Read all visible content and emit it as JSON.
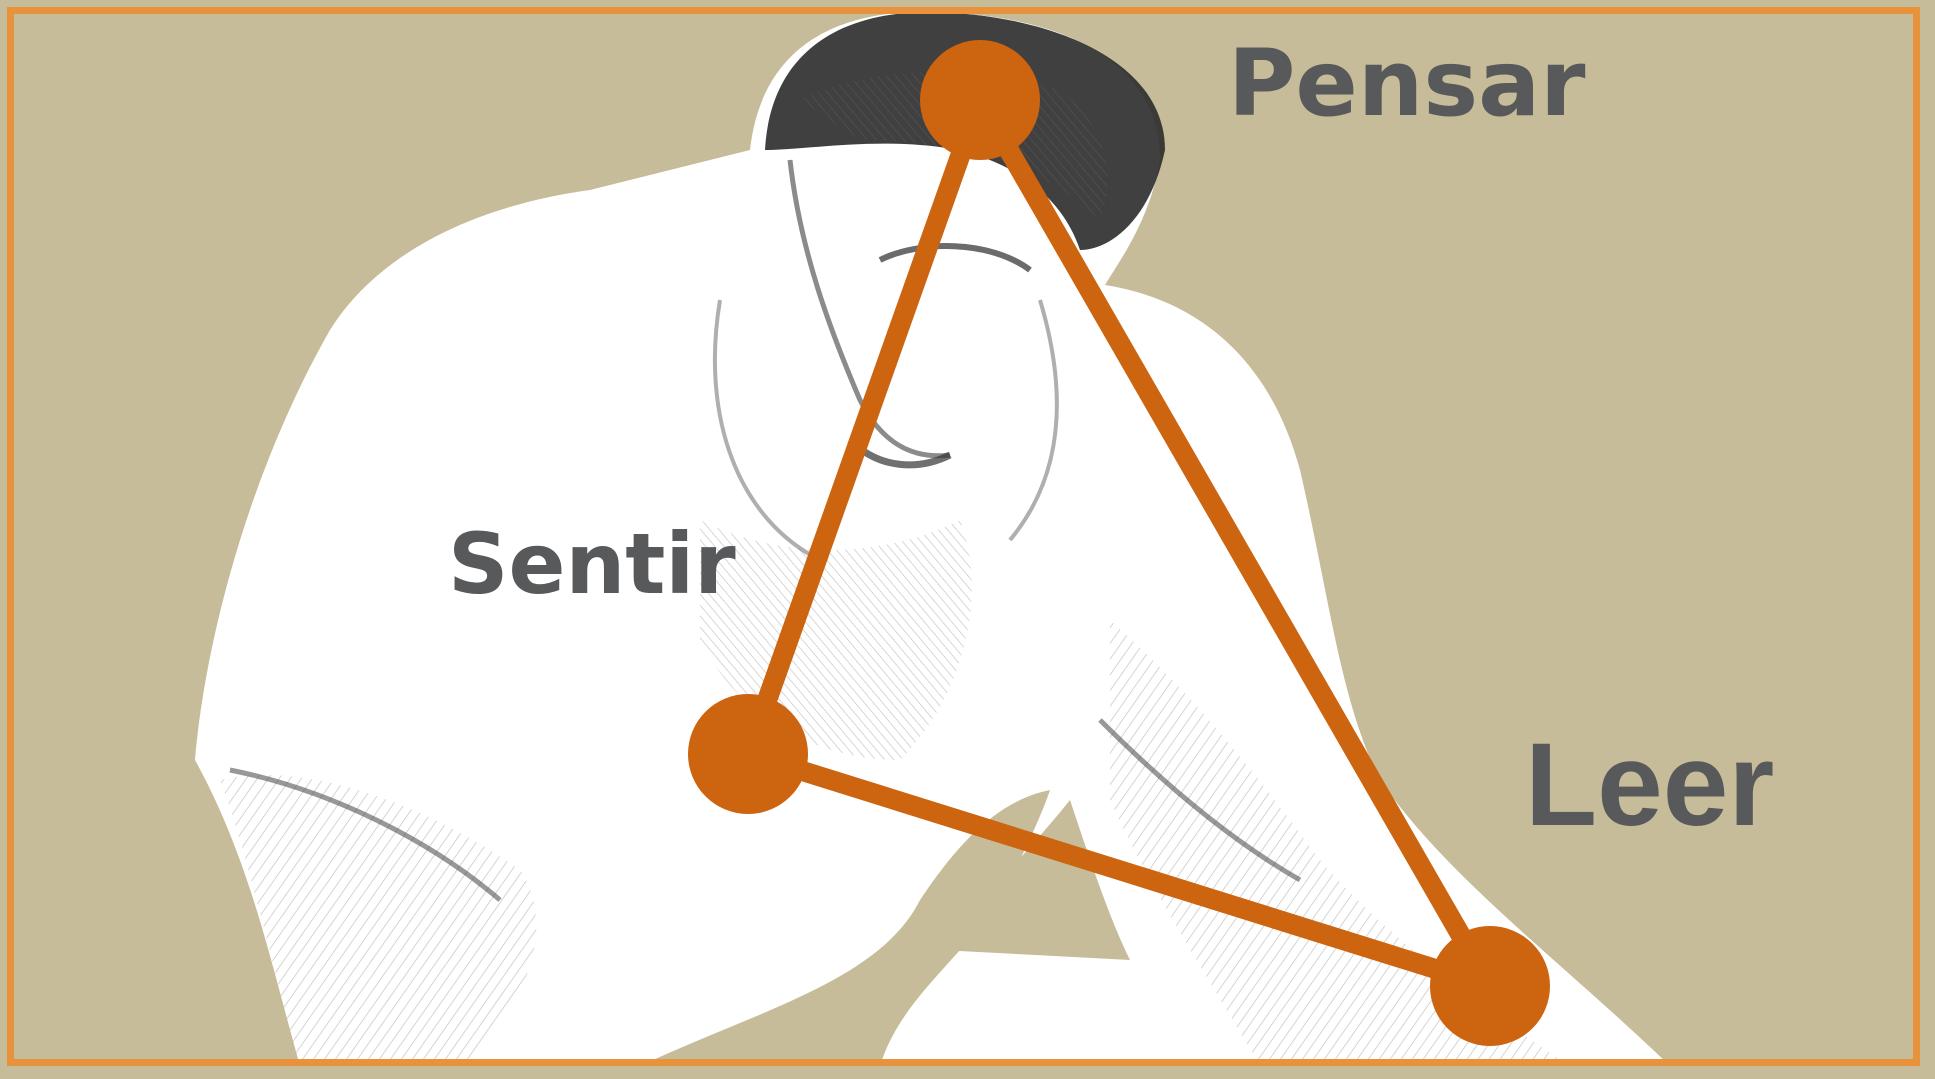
{
  "diagram": {
    "nodes": [
      {
        "id": "pensar",
        "label": "Pensar"
      },
      {
        "id": "sentir",
        "label": "Sentir"
      },
      {
        "id": "leer",
        "label": "Leer"
      }
    ],
    "edges": [
      {
        "from": "pensar",
        "to": "sentir"
      },
      {
        "from": "pensar",
        "to": "leer"
      },
      {
        "from": "sentir",
        "to": "leer"
      }
    ],
    "colors": {
      "background": "#c7bc99",
      "frame": "#e8923c",
      "triangle": "#cc6410",
      "label_text": "#58595b"
    },
    "illustration": "sketch of a man seated and reading, head tilted down"
  }
}
